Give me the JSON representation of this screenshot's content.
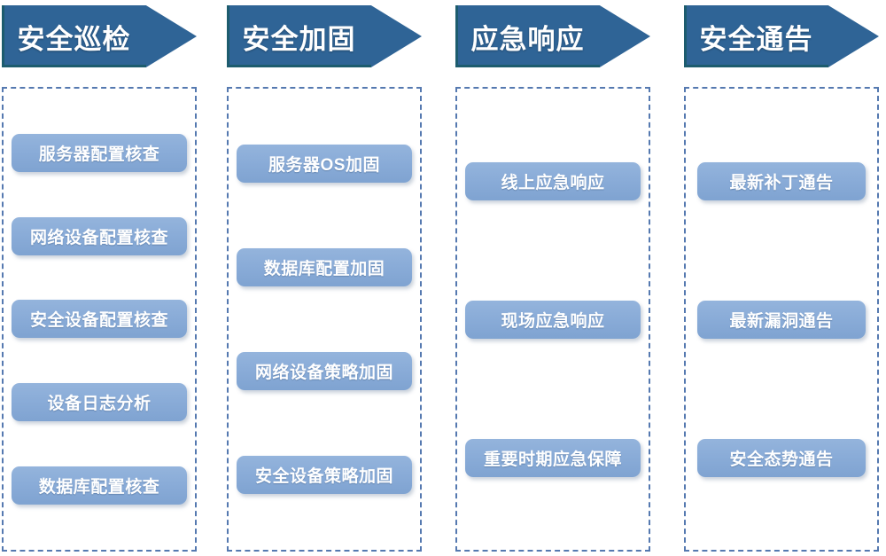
{
  "diagram": {
    "title_visible": false,
    "colors": {
      "header_fill": "#2f6496",
      "header_edge": "#1d5c6e",
      "dashed_border": "#5579b0",
      "pill_fill_top": "#94b4dc",
      "pill_fill_bottom": "#7fa3d1",
      "text_on_dark": "#ffffff"
    },
    "columns": [
      {
        "header": "安全巡检",
        "items": [
          "服务器配置核查",
          "网络设备配置核查",
          "安全设备配置核查",
          "设备日志分析",
          "数据库配置核查"
        ]
      },
      {
        "header": "安全加固",
        "items": [
          "服务器OS加固",
          "数据库配置加固",
          "网络设备策略加固",
          "安全设备策略加固"
        ]
      },
      {
        "header": "应急响应",
        "items": [
          "线上应急响应",
          "现场应急响应",
          "重要时期应急保障"
        ]
      },
      {
        "header": "安全通告",
        "items": [
          "最新补丁通告",
          "最新漏洞通告",
          "安全态势通告"
        ]
      }
    ]
  }
}
